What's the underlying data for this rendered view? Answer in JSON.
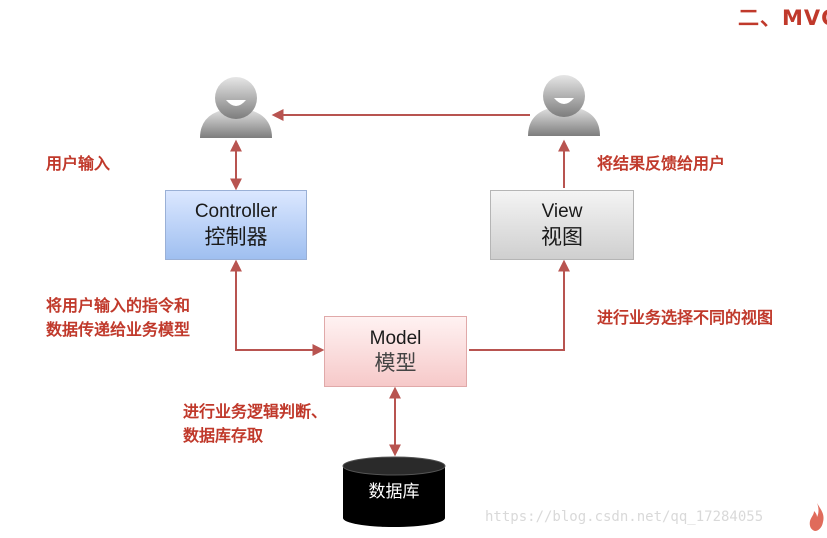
{
  "heading": "二、MVC",
  "nodes": {
    "controller": {
      "en": "Controller",
      "zh": "控制器"
    },
    "view": {
      "en": "View",
      "zh": "视图"
    },
    "model": {
      "en": "Model",
      "zh": "模型"
    },
    "database": {
      "label": "数据库"
    }
  },
  "labels": {
    "user_input": "用户输入",
    "feedback": "将结果反馈给用户",
    "pass_to_model_line1": "将用户输入的指令和",
    "pass_to_model_line2": "数据传递给业务模型",
    "select_view": "进行业务选择不同的视图",
    "logic_line1": "进行业务逻辑判断、",
    "logic_line2": "数据库存取"
  },
  "watermark": "https://blog.csdn.net/qq_17284055",
  "icons": [
    "user-icon",
    "user-icon",
    "database-icon",
    "csdn-flame-icon"
  ],
  "colors": {
    "arrow": "#b85450",
    "label_text": "#c0392b",
    "controller_fill": "#9fbff0",
    "view_fill": "#cfcfcf",
    "model_fill": "#f6c9c9",
    "database_fill": "#000000"
  }
}
